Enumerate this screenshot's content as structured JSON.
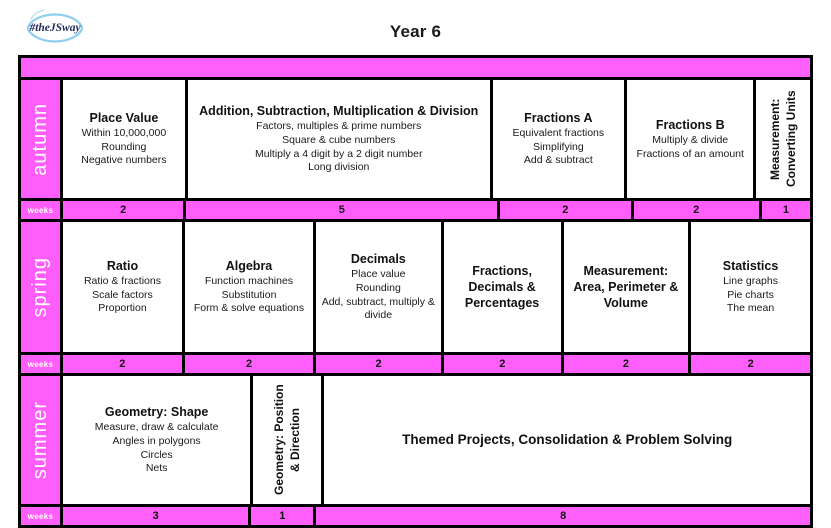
{
  "logo": {
    "text": "#theJSway",
    "swoosh_color": "#8ecff0",
    "text_color": "#1f2b5b"
  },
  "header": {
    "title": "Year 6"
  },
  "colors": {
    "pink": "#ff5efb",
    "border": "#000000",
    "text": "#111111",
    "season_label": "#ffffff"
  },
  "weeks_label": "weeks",
  "terms": [
    {
      "season": "autumn",
      "cells": [
        {
          "title": "Place Value",
          "lines": [
            "Within 10,000,000",
            "Rounding",
            "Negative numbers"
          ],
          "weeks": "2",
          "flex": 120,
          "vertical": false
        },
        {
          "title": "Addition, Subtraction, Multiplication  & Division",
          "lines": [
            "Factors, multiples & prime numbers",
            "Square & cube numbers",
            "Multiply a 4 digit by a 2 digit number",
            "Long division"
          ],
          "weeks": "5",
          "flex": 310,
          "vertical": false
        },
        {
          "title": "Fractions A",
          "lines": [
            "Equivalent fractions",
            "Simplifying",
            "Add & subtract"
          ],
          "weeks": "2",
          "flex": 130,
          "vertical": false
        },
        {
          "title": "Fractions B",
          "lines": [
            "Multiply & divide",
            "Fractions of an amount"
          ],
          "weeks": "2",
          "flex": 125,
          "vertical": false
        },
        {
          "title": "Measurement: Converting Units",
          "lines": [],
          "weeks": "1",
          "flex": 48,
          "vertical": true
        }
      ]
    },
    {
      "season": "spring",
      "cells": [
        {
          "title": "Ratio",
          "lines": [
            "Ratio & fractions",
            "Scale factors",
            "Proportion"
          ],
          "weeks": "2",
          "flex": 120,
          "vertical": false
        },
        {
          "title": "Algebra",
          "lines": [
            "Function machines",
            "Substitution",
            "Form & solve equations"
          ],
          "weeks": "2",
          "flex": 130,
          "vertical": false
        },
        {
          "title": "Decimals",
          "lines": [
            "Place value",
            "Rounding",
            "Add, subtract, multiply & divide"
          ],
          "weeks": "2",
          "flex": 126,
          "vertical": false
        },
        {
          "title": "Fractions, Decimals & Percentages",
          "lines": [],
          "weeks": "2",
          "flex": 118,
          "vertical": false
        },
        {
          "title": "Measurement: Area, Perimeter & Volume",
          "lines": [],
          "weeks": "2",
          "flex": 126,
          "vertical": false
        },
        {
          "title": "Statistics",
          "lines": [
            "Line graphs",
            "Pie charts",
            "The mean"
          ],
          "weeks": "2",
          "flex": 120,
          "vertical": false
        }
      ]
    },
    {
      "season": "summer",
      "cells": [
        {
          "title": "Geometry: Shape",
          "lines": [
            "Measure, draw & calculate",
            "Angles in polygons",
            "Circles",
            "Nets"
          ],
          "weeks": "3",
          "flex": 185,
          "vertical": false
        },
        {
          "title": "Geometry: Position & Direction",
          "lines": [],
          "weeks": "1",
          "flex": 62,
          "vertical": true
        },
        {
          "title": "Themed Projects, Consolidation  & Problem Solving",
          "lines": [],
          "weeks": "8",
          "flex": 493,
          "vertical": false
        }
      ]
    }
  ]
}
